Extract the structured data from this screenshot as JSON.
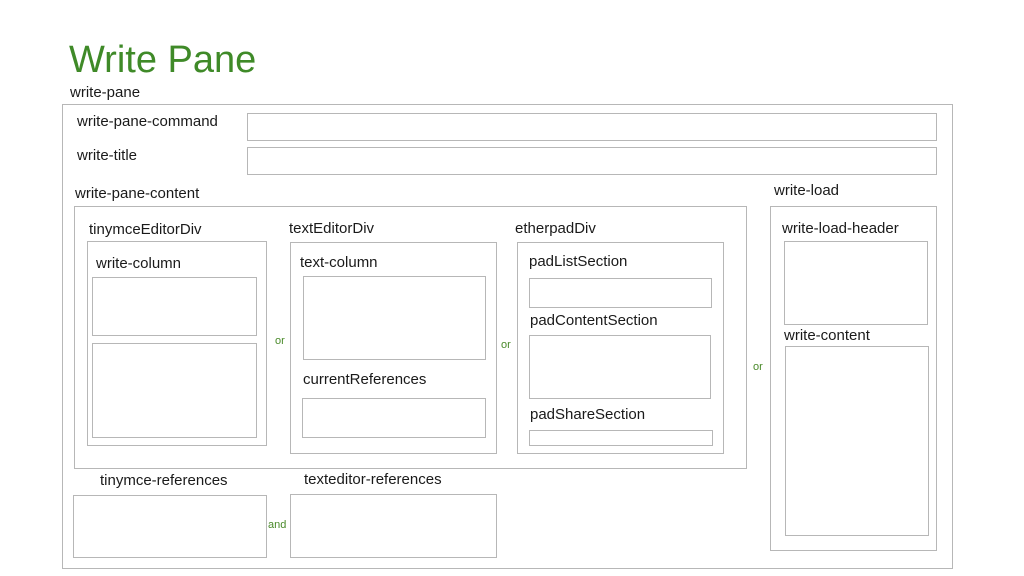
{
  "title": "Write Pane",
  "labels": {
    "write_pane": "write-pane",
    "write_pane_command": "write-pane-command",
    "write_title": "write-title",
    "write_pane_content": "write-pane-content",
    "write_load": "write-load",
    "tinymce_editor_div": "tinymceEditorDiv",
    "text_editor_div": "textEditorDiv",
    "etherpad_div": "etherpadDiv",
    "write_load_header": "write-load-header",
    "write_column": "write-column",
    "text_column": "text-column",
    "pad_list_section": "padListSection",
    "pad_content_section": "padContentSection",
    "pad_share_section": "padShareSection",
    "current_references": "currentReferences",
    "write_content": "write-content",
    "tinymce_references": "tinymce-references",
    "texteditor_references": "texteditor-references"
  },
  "separators": {
    "or_1": "or",
    "or_2": "or",
    "or_3": "or",
    "and": "and"
  },
  "colors": {
    "title": "#3f8a28",
    "separator": "#4a8a2a",
    "box_border": "#b7b7b7",
    "text": "#1a1a1a"
  }
}
